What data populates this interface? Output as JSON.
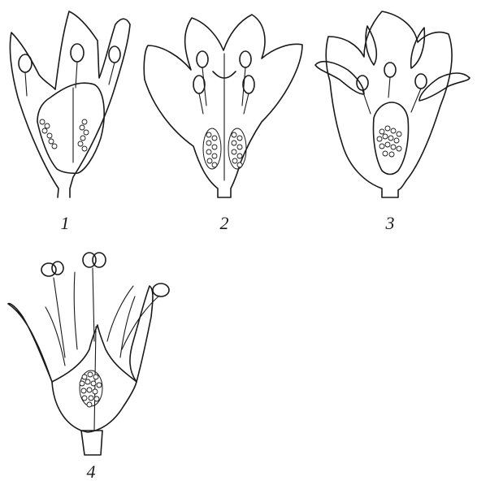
{
  "figure": {
    "panels": [
      {
        "id": "flower-1",
        "label": "1"
      },
      {
        "id": "flower-2",
        "label": "2"
      },
      {
        "id": "flower-3",
        "label": "3"
      },
      {
        "id": "flower-4",
        "label": "4"
      }
    ],
    "ink_color": "#1a1a1a",
    "background_color": "#ffffff"
  }
}
